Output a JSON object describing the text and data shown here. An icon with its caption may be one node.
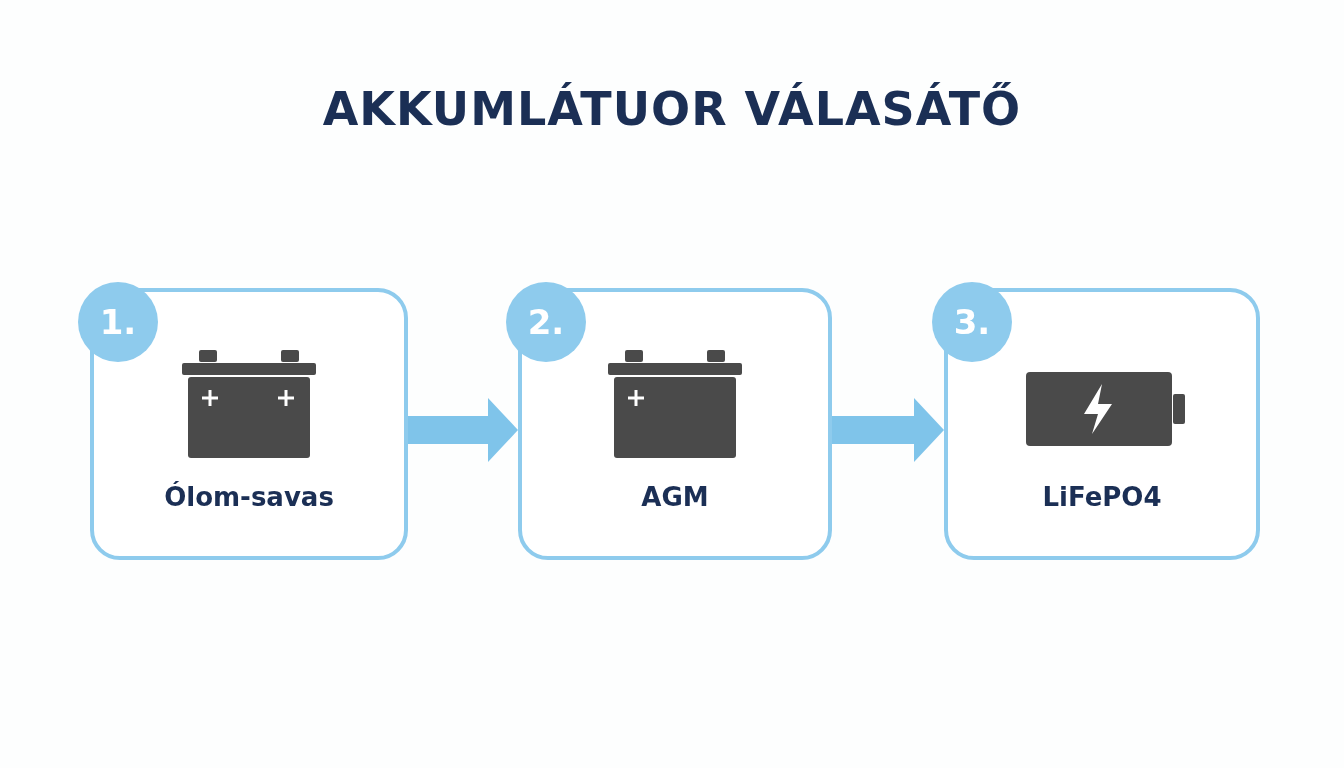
{
  "diagram": {
    "title": "AKKUMLÁTUOR VÁLASÁTŐ",
    "nodes": [
      {
        "text": [
          "1.",
          "Ólom-savas"
        ]
      },
      {
        "text": [
          "2.",
          "AGM"
        ]
      },
      {
        "text": [
          "3.",
          "LiFePO4"
        ]
      }
    ],
    "edges": [
      {
        "from": 0,
        "to": 1,
        "arrow": "to"
      },
      {
        "from": 1,
        "to": 2,
        "arrow": "to"
      }
    ]
  }
}
